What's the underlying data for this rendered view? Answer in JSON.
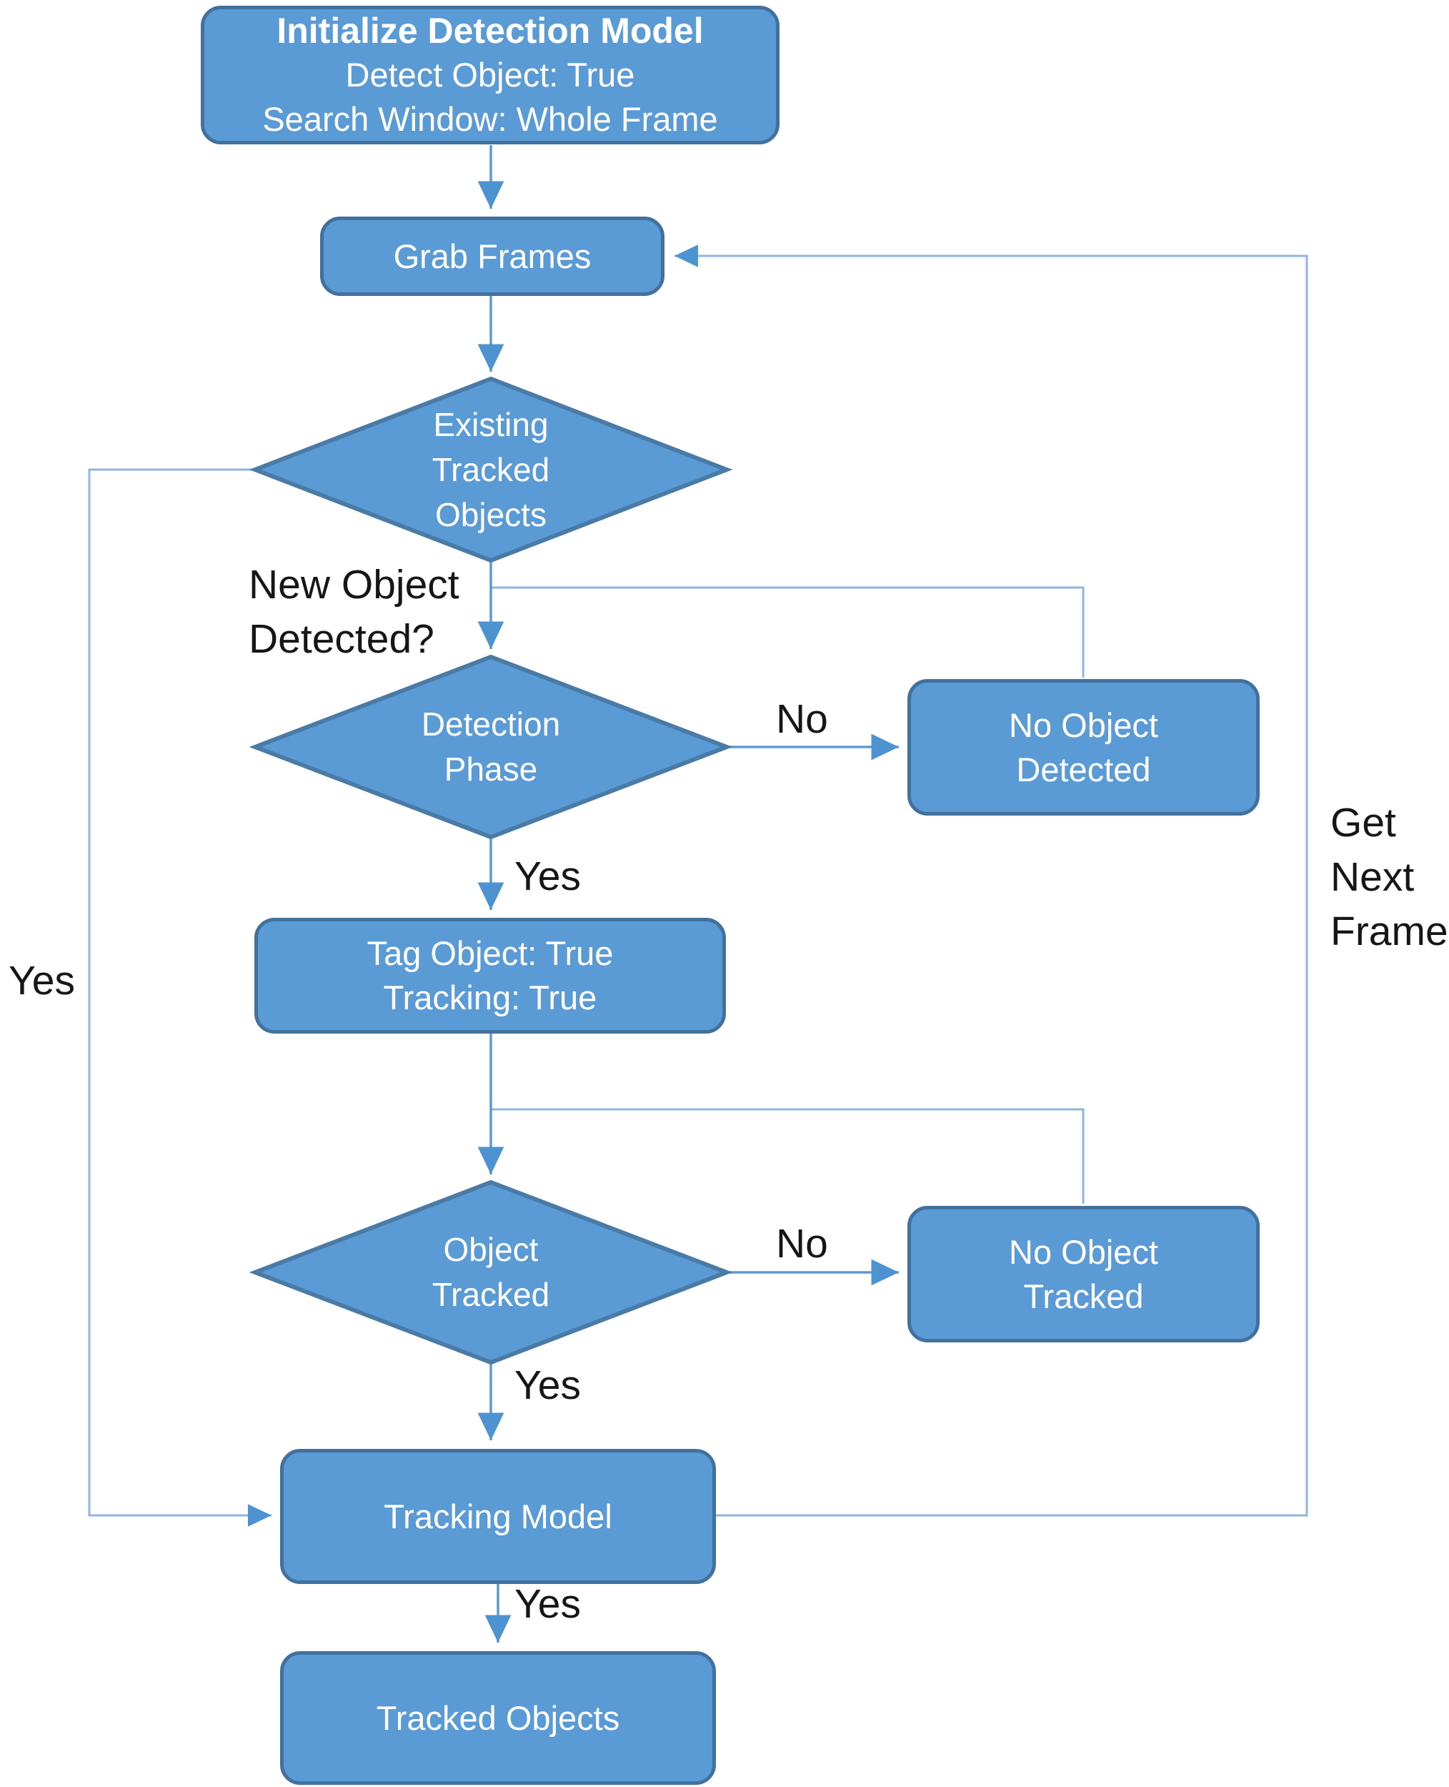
{
  "diagram": {
    "kind": "flowchart",
    "theme": {
      "node_fill": "#5b9bd5",
      "node_border": "#41719c",
      "node_text": "#ffffff",
      "connector": "#5b9bd5",
      "connector_light": "#8fb5e2",
      "arrowhead": "#4d93d2",
      "label_text": "#161616",
      "background": "#ffffff"
    },
    "nodes": {
      "init": {
        "title": "Initialize Detection Model",
        "body": "Detect Object: True\nSearch Window: Whole Frame"
      },
      "grab": {
        "label": "Grab Frames"
      },
      "existing": {
        "label": "Existing\nTracked\nObjects"
      },
      "detection": {
        "label": "Detection\nPhase"
      },
      "no_detected": {
        "label": "No Object\nDetected"
      },
      "tag": {
        "label": "Tag Object: True\nTracking: True"
      },
      "object_tracked": {
        "label": "Object\nTracked"
      },
      "no_tracked": {
        "label": "No Object\nTracked"
      },
      "tracking_model": {
        "label": "Tracking Model"
      },
      "tracked_objects": {
        "label": "Tracked Objects"
      }
    },
    "edge_labels": {
      "new_object_question": "New Object\nDetected?",
      "no_detection": "No",
      "yes_detection": "Yes",
      "no_tracking": "No",
      "yes_tracking": "Yes",
      "yes_existing_left": "Yes",
      "yes_model": "Yes",
      "get_next_frame": "Get\nNext\nFrame"
    }
  }
}
